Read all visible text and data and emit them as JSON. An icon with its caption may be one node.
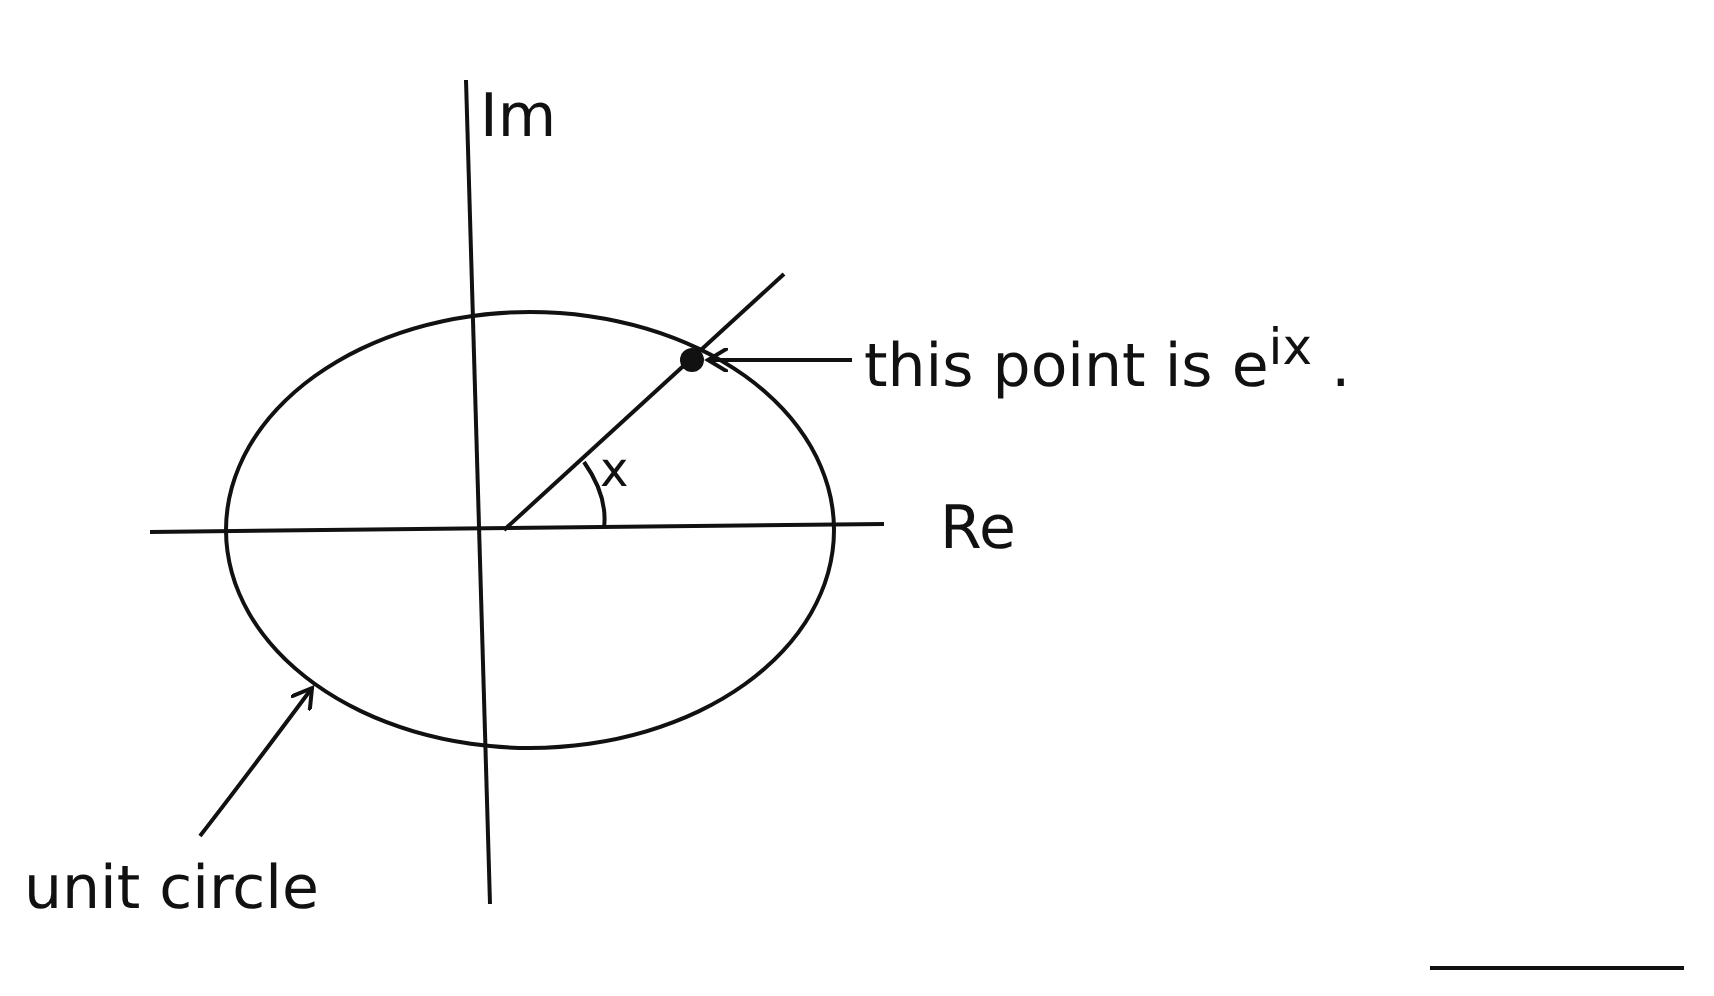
{
  "diagram": {
    "nodes": [
      {
        "text": [],
        "shape": "circle"
      },
      {
        "text": [],
        "shape": "circle",
        "in": 0
      },
      {
        "text": [
          "this point is e$^{ix}$ ."
        ]
      },
      {
        "text": [
          "unit circle"
        ]
      }
    ],
    "edges": [
      {
        "from": 2,
        "to": 1,
        "arrow": "to"
      },
      {
        "from": 3,
        "to": 0,
        "arrow": "to"
      }
    ],
    "labels": [
      "Im",
      "x",
      "Re"
    ]
  }
}
